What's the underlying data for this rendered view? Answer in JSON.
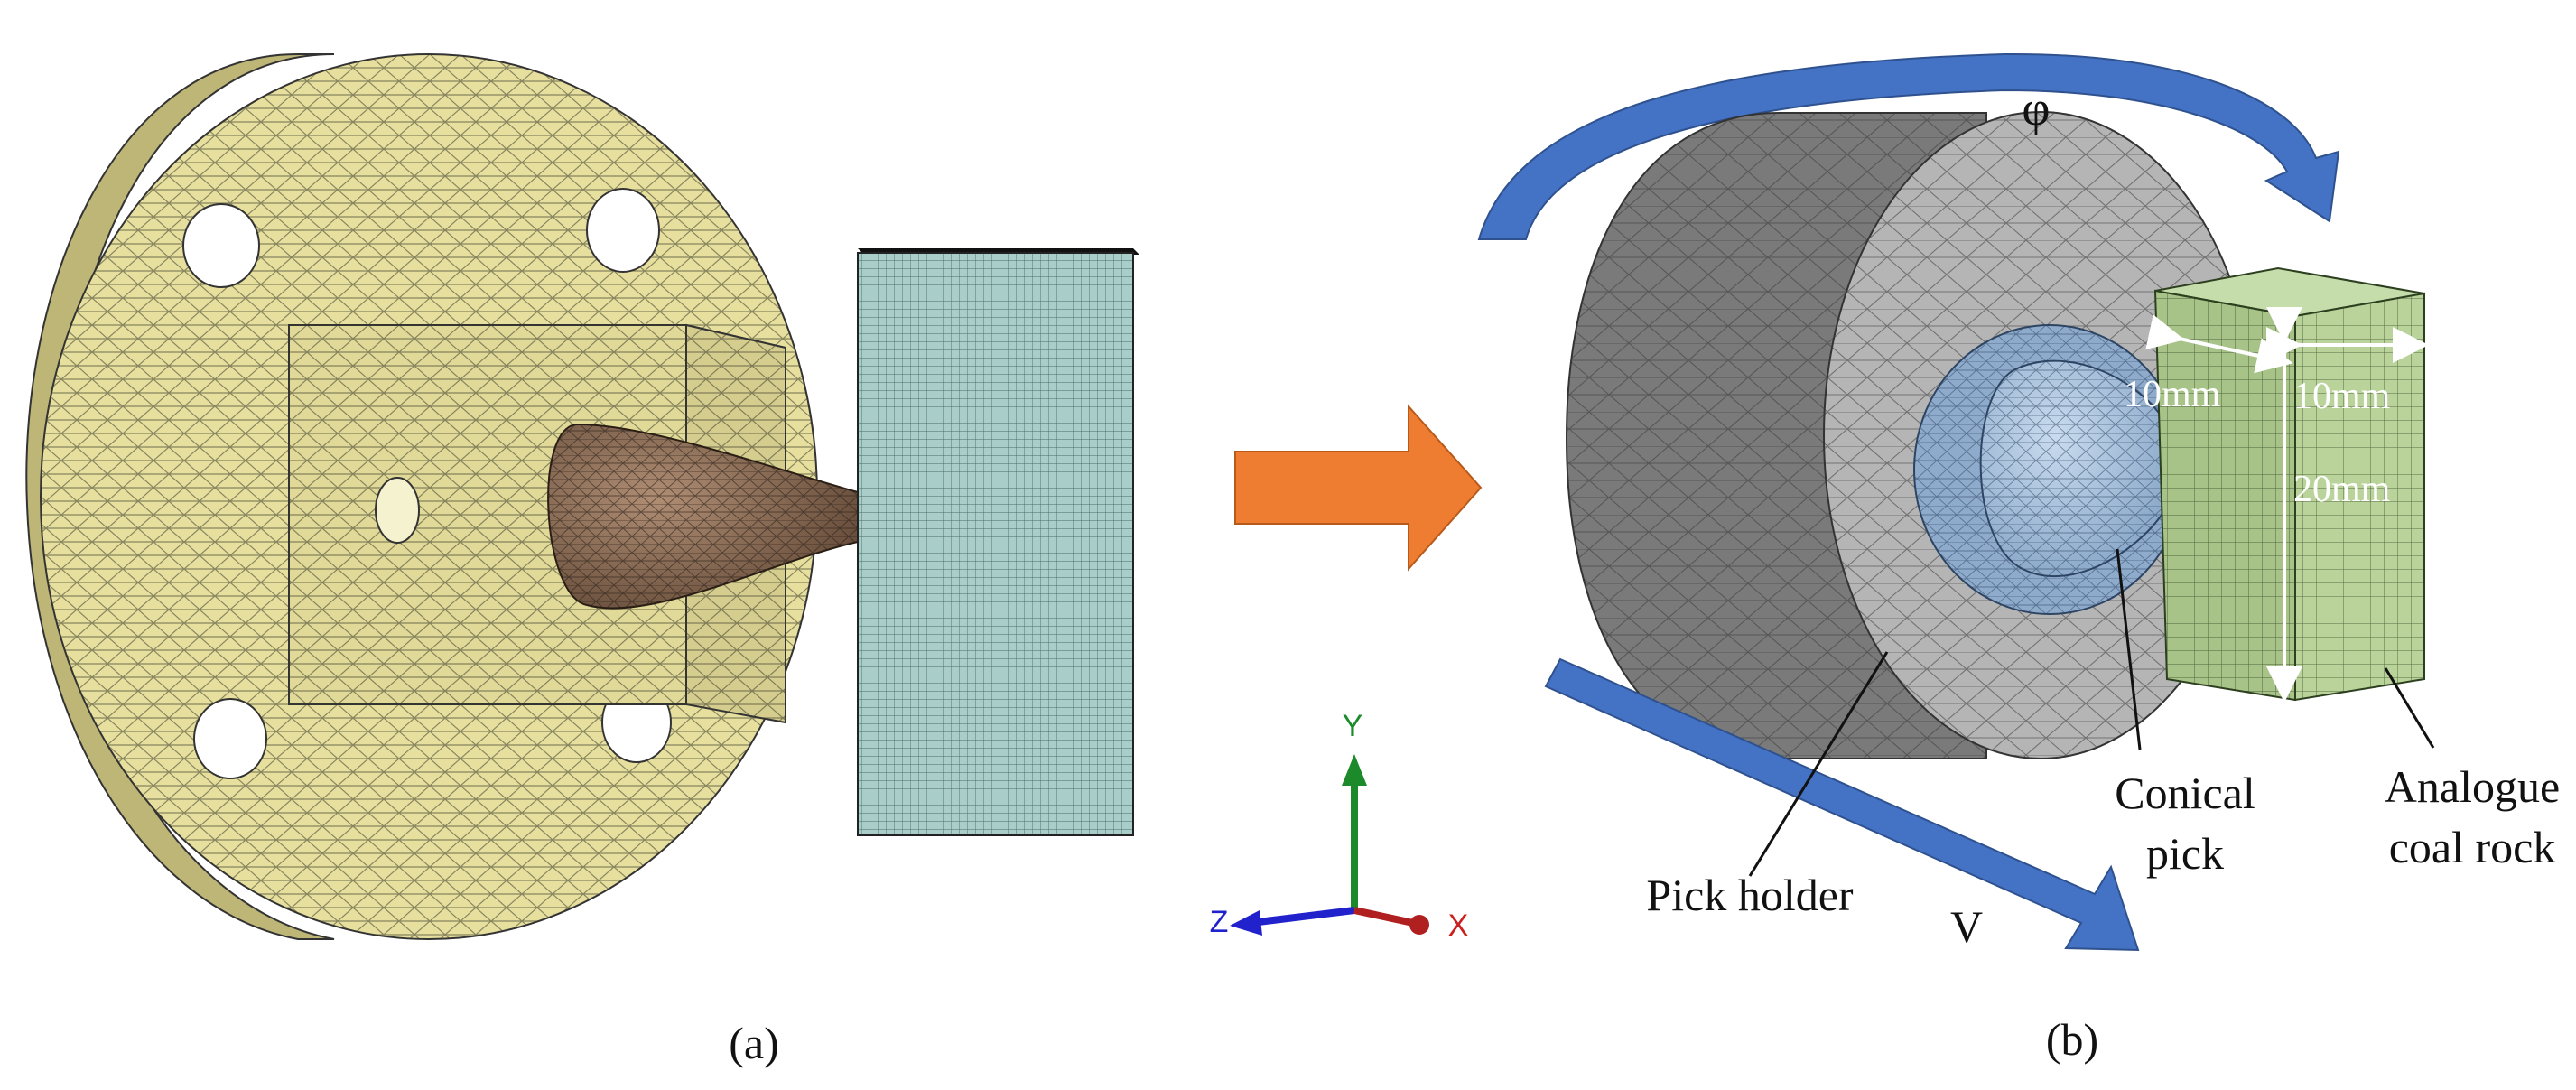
{
  "panels": {
    "a": {
      "caption": "(a)"
    },
    "b": {
      "caption": "(b)"
    }
  },
  "labels": {
    "rotation_symbol": "φ",
    "velocity_symbol": "V",
    "pick_holder": "Pick holder",
    "conical_pick_line1": "Conical",
    "conical_pick_line2": "pick",
    "coal_rock_line1": "Analogue",
    "coal_rock_line2": "coal rock"
  },
  "dimensions": {
    "depth_left": "10mm",
    "width_top": "10mm",
    "height": "20mm"
  },
  "axes": {
    "y_label": "Y",
    "z_label": "Z",
    "x_label": "X"
  },
  "colors": {
    "flange_yellow": "#e6df9e",
    "pick_brown": "#8a6a52",
    "coal_green": "#b9d39a",
    "mesh_block_teal": "#a9cdc8",
    "holder_gray_dark": "#7a7a7a",
    "holder_gray_light": "#b5b5b5",
    "pick_blue": "#a9c3de",
    "arrow_orange": "#ee7d31",
    "arrow_blue": "#4472c4",
    "axis_green": "#1c8a2a",
    "axis_blue": "#2222cc",
    "axis_red": "#b02020"
  }
}
